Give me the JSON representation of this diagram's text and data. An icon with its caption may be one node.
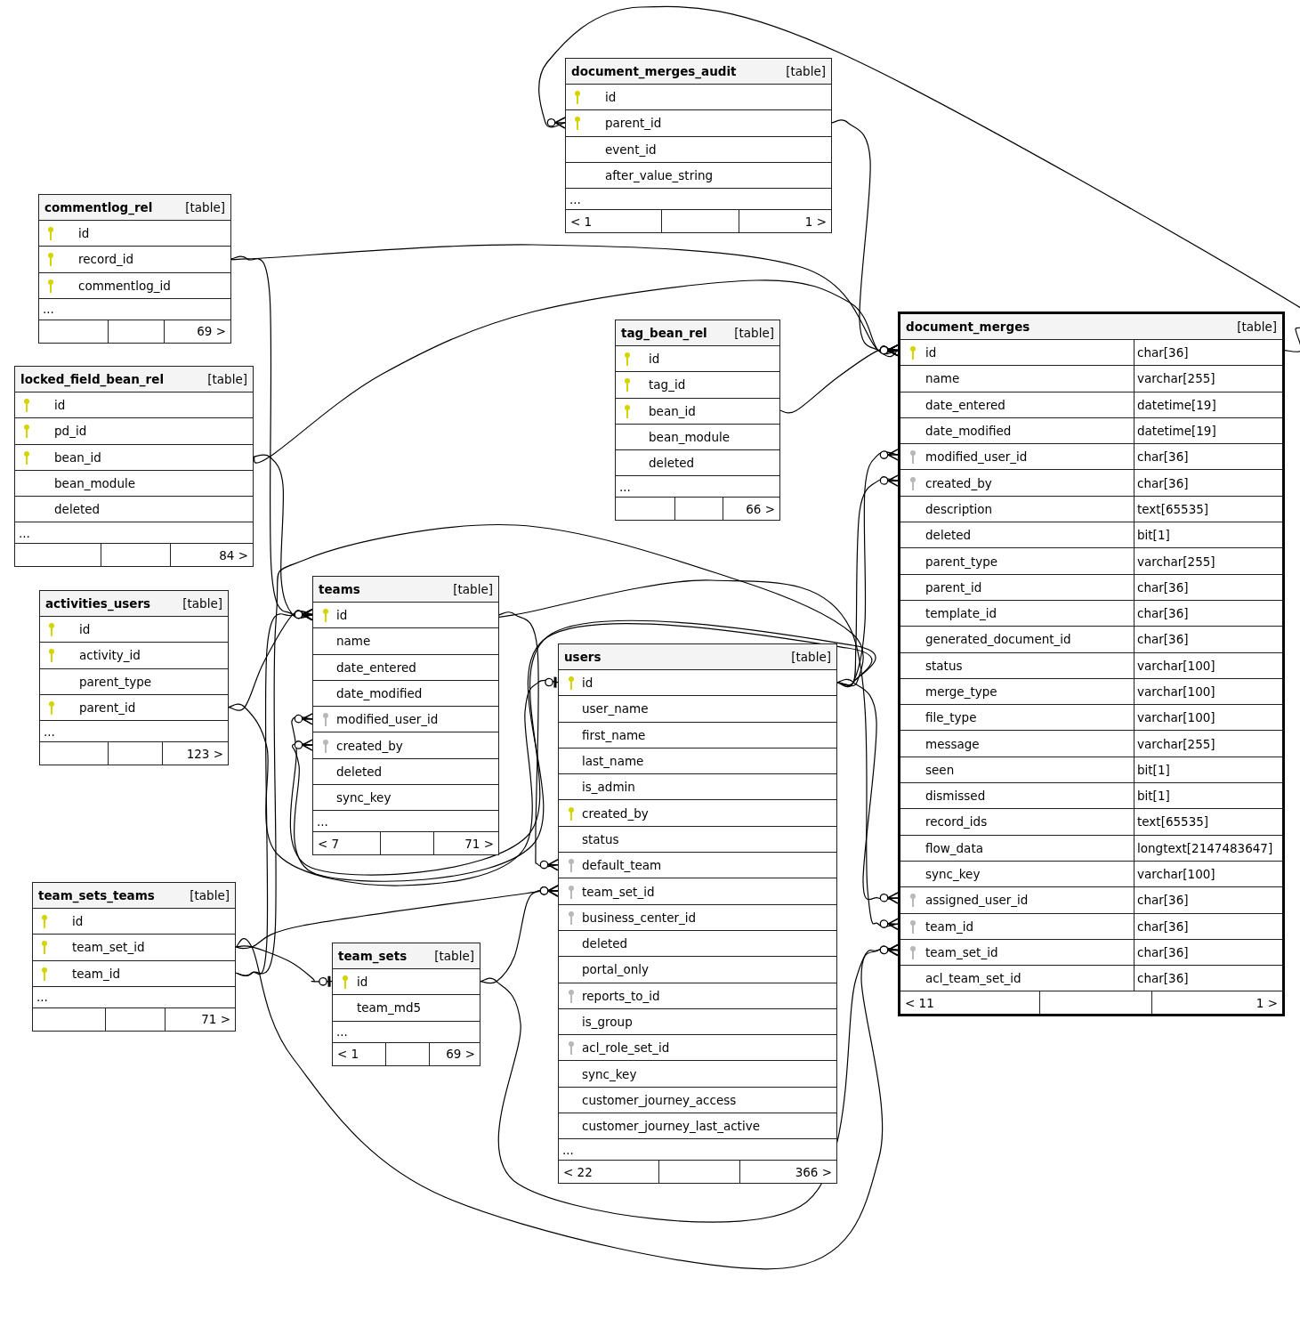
{
  "diagram": {
    "nodes": [
      {
        "text": [
          "document_merges_audit",
          "[table]"
        ]
      },
      {
        "text": [
          "id"
        ],
        "in": 0
      },
      {
        "text": [
          "parent_id"
        ],
        "in": 0
      },
      {
        "text": [
          "event_id"
        ],
        "in": 0
      },
      {
        "text": [
          "after_value_string"
        ],
        "in": 0
      },
      {
        "text": [
          "..."
        ],
        "in": 0
      },
      {
        "text": [
          "< 1",
          "1 >"
        ],
        "in": 0
      },
      {
        "text": [
          "commentlog_rel",
          "[table]"
        ]
      },
      {
        "text": [
          "id"
        ],
        "in": 7
      },
      {
        "text": [
          "record_id"
        ],
        "in": 7
      },
      {
        "text": [
          "commentlog_id"
        ],
        "in": 7
      },
      {
        "text": [
          "..."
        ],
        "in": 7
      },
      {
        "text": [
          "69 >"
        ],
        "in": 7
      },
      {
        "text": [
          "document_merges",
          "[table]"
        ]
      },
      {
        "text": [
          "id",
          "char[36]"
        ],
        "in": 13
      },
      {
        "text": [
          "name",
          "varchar[255]"
        ],
        "in": 13
      },
      {
        "text": [
          "date_entered",
          "datetime[19]"
        ],
        "in": 13
      },
      {
        "text": [
          "date_modified",
          "datetime[19]"
        ],
        "in": 13
      },
      {
        "text": [
          "modified_user_id",
          "char[36]"
        ],
        "in": 13
      },
      {
        "text": [
          "created_by",
          "char[36]"
        ],
        "in": 13
      },
      {
        "text": [
          "description",
          "text[65535]"
        ],
        "in": 13
      },
      {
        "text": [
          "deleted",
          "bit[1]"
        ],
        "in": 13
      },
      {
        "text": [
          "parent_type",
          "varchar[255]"
        ],
        "in": 13
      },
      {
        "text": [
          "parent_id",
          "char[36]"
        ],
        "in": 13
      },
      {
        "text": [
          "template_id",
          "char[36]"
        ],
        "in": 13
      },
      {
        "text": [
          "generated_document_id",
          "char[36]"
        ],
        "in": 13
      },
      {
        "text": [
          "status",
          "varchar[100]"
        ],
        "in": 13
      },
      {
        "text": [
          "merge_type",
          "varchar[100]"
        ],
        "in": 13
      },
      {
        "text": [
          "file_type",
          "varchar[100]"
        ],
        "in": 13
      },
      {
        "text": [
          "message",
          "varchar[255]"
        ],
        "in": 13
      },
      {
        "text": [
          "seen",
          "bit[1]"
        ],
        "in": 13
      },
      {
        "text": [
          "dismissed",
          "bit[1]"
        ],
        "in": 13
      },
      {
        "text": [
          "record_ids",
          "text[65535]"
        ],
        "in": 13
      },
      {
        "text": [
          "flow_data",
          "longtext[2147483647]"
        ],
        "in": 13
      },
      {
        "text": [
          "sync_key",
          "varchar[100]"
        ],
        "in": 13
      },
      {
        "text": [
          "assigned_user_id",
          "char[36]"
        ],
        "in": 13
      },
      {
        "text": [
          "team_id",
          "char[36]"
        ],
        "in": 13
      },
      {
        "text": [
          "team_set_id",
          "char[36]"
        ],
        "in": 13
      },
      {
        "text": [
          "acl_team_set_id",
          "char[36]"
        ],
        "in": 13
      },
      {
        "text": [
          "< 11",
          "1 >"
        ],
        "in": 13
      },
      {
        "text": [
          "tag_bean_rel",
          "[table]"
        ]
      },
      {
        "text": [
          "id"
        ],
        "in": 40
      },
      {
        "text": [
          "tag_id"
        ],
        "in": 40
      },
      {
        "text": [
          "bean_id"
        ],
        "in": 40
      },
      {
        "text": [
          "bean_module"
        ],
        "in": 40
      },
      {
        "text": [
          "deleted"
        ],
        "in": 40
      },
      {
        "text": [
          "..."
        ],
        "in": 40
      },
      {
        "text": [
          "66 >"
        ],
        "in": 40
      },
      {
        "text": [
          "locked_field_bean_rel",
          "[table]"
        ]
      },
      {
        "text": [
          "id"
        ],
        "in": 48
      },
      {
        "text": [
          "pd_id"
        ],
        "in": 48
      },
      {
        "text": [
          "bean_id"
        ],
        "in": 48
      },
      {
        "text": [
          "bean_module"
        ],
        "in": 48
      },
      {
        "text": [
          "deleted"
        ],
        "in": 48
      },
      {
        "text": [
          "..."
        ],
        "in": 48
      },
      {
        "text": [
          "84 >"
        ],
        "in": 48
      },
      {
        "text": [
          "activities_users",
          "[table]"
        ]
      },
      {
        "text": [
          "id"
        ],
        "in": 56
      },
      {
        "text": [
          "activity_id"
        ],
        "in": 56
      },
      {
        "text": [
          "parent_type"
        ],
        "in": 56
      },
      {
        "text": [
          "parent_id"
        ],
        "in": 56
      },
      {
        "text": [
          "..."
        ],
        "in": 56
      },
      {
        "text": [
          "123 >"
        ],
        "in": 56
      },
      {
        "text": [
          "teams",
          "[table]"
        ]
      },
      {
        "text": [
          "id"
        ],
        "in": 63
      },
      {
        "text": [
          "name"
        ],
        "in": 63
      },
      {
        "text": [
          "date_entered"
        ],
        "in": 63
      },
      {
        "text": [
          "date_modified"
        ],
        "in": 63
      },
      {
        "text": [
          "modified_user_id"
        ],
        "in": 63
      },
      {
        "text": [
          "created_by"
        ],
        "in": 63
      },
      {
        "text": [
          "deleted"
        ],
        "in": 63
      },
      {
        "text": [
          "sync_key"
        ],
        "in": 63
      },
      {
        "text": [
          "..."
        ],
        "in": 63
      },
      {
        "text": [
          "< 7",
          "71 >"
        ],
        "in": 63
      },
      {
        "text": [
          "users",
          "[table]"
        ]
      },
      {
        "text": [
          "id"
        ],
        "in": 74
      },
      {
        "text": [
          "user_name"
        ],
        "in": 74
      },
      {
        "text": [
          "first_name"
        ],
        "in": 74
      },
      {
        "text": [
          "last_name"
        ],
        "in": 74
      },
      {
        "text": [
          "is_admin"
        ],
        "in": 74
      },
      {
        "text": [
          "created_by"
        ],
        "in": 74
      },
      {
        "text": [
          "status"
        ],
        "in": 74
      },
      {
        "text": [
          "default_team"
        ],
        "in": 74
      },
      {
        "text": [
          "team_set_id"
        ],
        "in": 74
      },
      {
        "text": [
          "business_center_id"
        ],
        "in": 74
      },
      {
        "text": [
          "deleted"
        ],
        "in": 74
      },
      {
        "text": [
          "portal_only"
        ],
        "in": 74
      },
      {
        "text": [
          "reports_to_id"
        ],
        "in": 74
      },
      {
        "text": [
          "is_group"
        ],
        "in": 74
      },
      {
        "text": [
          "acl_role_set_id"
        ],
        "in": 74
      },
      {
        "text": [
          "sync_key"
        ],
        "in": 74
      },
      {
        "text": [
          "customer_journey_access"
        ],
        "in": 74
      },
      {
        "text": [
          "customer_journey_last_active"
        ],
        "in": 74
      },
      {
        "text": [
          "..."
        ],
        "in": 74
      },
      {
        "text": [
          "< 22",
          "366 >"
        ],
        "in": 74
      },
      {
        "text": [
          "team_sets_teams",
          "[table]"
        ]
      },
      {
        "text": [
          "id"
        ],
        "in": 95
      },
      {
        "text": [
          "team_set_id"
        ],
        "in": 95
      },
      {
        "text": [
          "team_id"
        ],
        "in": 95
      },
      {
        "text": [
          "..."
        ],
        "in": 95
      },
      {
        "text": [
          "71 >"
        ],
        "in": 95
      },
      {
        "text": [
          "team_sets",
          "[table]"
        ]
      },
      {
        "text": [
          "id"
        ],
        "in": 101
      },
      {
        "text": [
          "team_md5"
        ],
        "in": 101
      },
      {
        "text": [
          "..."
        ],
        "in": 101
      },
      {
        "text": [
          "< 1",
          "69 >"
        ],
        "in": 101
      }
    ],
    "edges": [
      {
        "from": 9,
        "to": 14,
        "arrow": "other"
      },
      {
        "from": 9,
        "to": 64,
        "arrow": "other"
      },
      {
        "from": 51,
        "to": 14,
        "arrow": "other"
      },
      {
        "from": 51,
        "to": 64,
        "arrow": "other"
      },
      {
        "from": 43,
        "to": 14,
        "arrow": "other"
      },
      {
        "from": 2,
        "to": 14,
        "arrow": "other"
      },
      {
        "from": 14,
        "to": 2,
        "arrow": "other"
      },
      {
        "from": 60,
        "to": 64,
        "arrow": "other"
      },
      {
        "from": 60,
        "to": 75,
        "arrow": "other"
      },
      {
        "from": 98,
        "to": 64,
        "arrow": "other"
      },
      {
        "from": 98,
        "to": 75,
        "arrow": "none"
      },
      {
        "from": 75,
        "to": 18,
        "arrow": "other"
      },
      {
        "from": 75,
        "to": 19,
        "arrow": "other"
      },
      {
        "from": 75,
        "to": 35,
        "arrow": "other"
      },
      {
        "from": 64,
        "to": 36,
        "arrow": "other"
      },
      {
        "from": 102,
        "to": 37,
        "arrow": "other"
      },
      {
        "from": 97,
        "to": 37,
        "arrow": "other"
      },
      {
        "from": 75,
        "to": 68,
        "arrow": "other"
      },
      {
        "from": 75,
        "to": 69,
        "arrow": "other"
      },
      {
        "from": 64,
        "to": 82,
        "arrow": "other"
      },
      {
        "from": 102,
        "to": 83,
        "arrow": "other"
      },
      {
        "from": 97,
        "to": 83,
        "arrow": "other"
      },
      {
        "from": 97,
        "to": 102,
        "arrow": "other"
      }
    ]
  }
}
